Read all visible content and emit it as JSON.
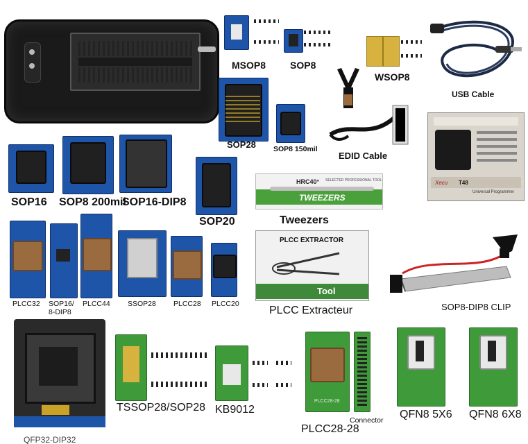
{
  "labels": {
    "msop8": "MSOP8",
    "sop8": "SOP8",
    "wsop8": "WSOP8",
    "usb_cable": "USB Cable",
    "sop28": "SOP28",
    "sop8_150": "SOP8 150mil",
    "edid_cable": "EDID Cable",
    "sop16": "SOP16",
    "sop8_200": "SOP8 200mil",
    "sop16_dip8": "SOP16-DIP8",
    "sop20": "SOP20",
    "tweezers": "Tweezers",
    "plcc32": "PLCC32",
    "sop16_dip8_b": "SOP16/",
    "sop16_dip8_c": "8-DIP8",
    "plcc44": "PLCC44",
    "ssop28": "SSOP28",
    "plcc28": "PLCC28",
    "plcc20": "PLCC20",
    "plcc_extracteur": "PLCC Extracteur",
    "sop8_dip8_clip": "SOP8-DIP8 CLIP",
    "qfp32_dip32": "QFP32-DIP32",
    "tssop28": "TSSOP28/SOP28",
    "kb9012": "KB9012",
    "plcc28_28": "PLCC28-28",
    "connector": "Connector",
    "qfn8_5x6": "QFN8 5X6",
    "qfn8_6x8": "QFN8 6X8"
  },
  "printed": {
    "tweezers_brand": "TWEEZERS",
    "tweezers_model": "HRC40°",
    "tweezers_sub": "SELECTED PROFESSIONAL TOOL",
    "extractor_title": "PLCC EXTRACTOR",
    "extractor_brand": "Tool",
    "box_brand": "Xecu",
    "box_model": "T48",
    "box_sub": "Universal Programmer",
    "plcc28_board": "PLCC28-28"
  },
  "colors": {
    "pcb_blue": "#1f55a8",
    "pcb_green": "#3f9a3a",
    "socket_black": "#202020",
    "socket_brown": "#9a6b3e",
    "programmer_body": "#1a1a1a",
    "cable": "#1c2a44"
  }
}
